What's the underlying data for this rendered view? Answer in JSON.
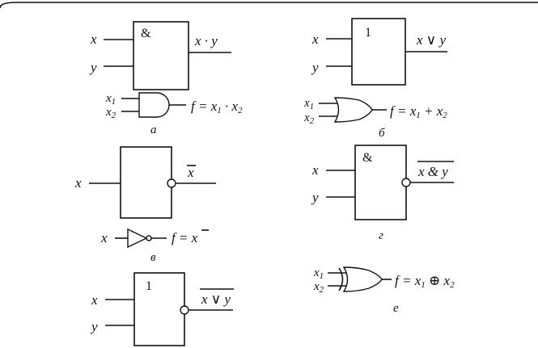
{
  "panels": {
    "a": {
      "caption": "а",
      "and_symbol": "&",
      "input1": "x",
      "input2": "y",
      "output": "x · y",
      "mini_in1": "x",
      "mini_in1_sub": "1",
      "mini_in2": "x",
      "mini_in2_sub": "2",
      "formula_f": "f",
      "formula_eq": " = ",
      "formula_x1": "x",
      "formula_x1_sub": "1",
      "formula_dot": " · ",
      "formula_x2": "x",
      "formula_x2_sub": "2"
    },
    "b": {
      "caption": "б",
      "or_symbol": "1",
      "input1": "x",
      "input2": "y",
      "output": "x ∨ y",
      "mini_in1": "x",
      "mini_in1_sub": "1",
      "mini_in2": "x",
      "mini_in2_sub": "2",
      "formula_f": "f",
      "formula_eq": " = ",
      "formula_x1": "x",
      "formula_x1_sub": "1",
      "formula_plus": " + ",
      "formula_x2": "x",
      "formula_x2_sub": "2"
    },
    "v": {
      "caption": "в",
      "input": "x",
      "output": "x",
      "mini_in": "x",
      "formula_f": "f",
      "formula_eq": " = ",
      "formula_x": "x"
    },
    "g": {
      "caption": "г",
      "and_symbol": "&",
      "input1": "x",
      "input2": "y",
      "output": "x & y"
    },
    "d": {
      "or_symbol": "1",
      "input1": "x",
      "input2": "y",
      "output": "x ∨ y"
    },
    "e": {
      "caption": "е",
      "mini_in1": "x",
      "mini_in1_sub": "1",
      "mini_in2": "x",
      "mini_in2_sub": "2",
      "formula_f": "f",
      "formula_eq": " = ",
      "formula_x1": "x",
      "formula_x1_sub": "1",
      "formula_xor": " ⊕ ",
      "formula_x2": "x",
      "formula_x2_sub": "2"
    }
  }
}
